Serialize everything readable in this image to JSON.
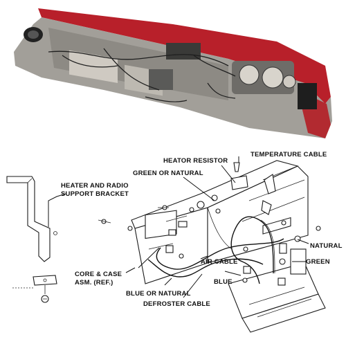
{
  "photo": {
    "subject": "dashboard-photo",
    "colors": {
      "red_panel": "#b8202a",
      "gray_panel": "#9a9893",
      "dark": "#2a2a2a"
    }
  },
  "diagram": {
    "labels": {
      "heater_radio_bracket_line1": "HEATER AND RADIO",
      "heater_radio_bracket_line2": "SUPPORT BRACKET",
      "heator_resistor": "HEATOR RESISTOR",
      "temperature_cable": "TEMPERATURE CABLE",
      "green_or_natural": "GREEN OR NATURAL",
      "natural": "NATURAL",
      "green": "GREEN",
      "core_case_line1": "CORE & CASE",
      "core_case_line2": "ASM. (REF.)",
      "air_cable": "AIR CABLE",
      "blue": "BLUE",
      "blue_or_natural": "BLUE OR NATURAL",
      "defroster_cable": "DEFROSTER CABLE"
    }
  }
}
